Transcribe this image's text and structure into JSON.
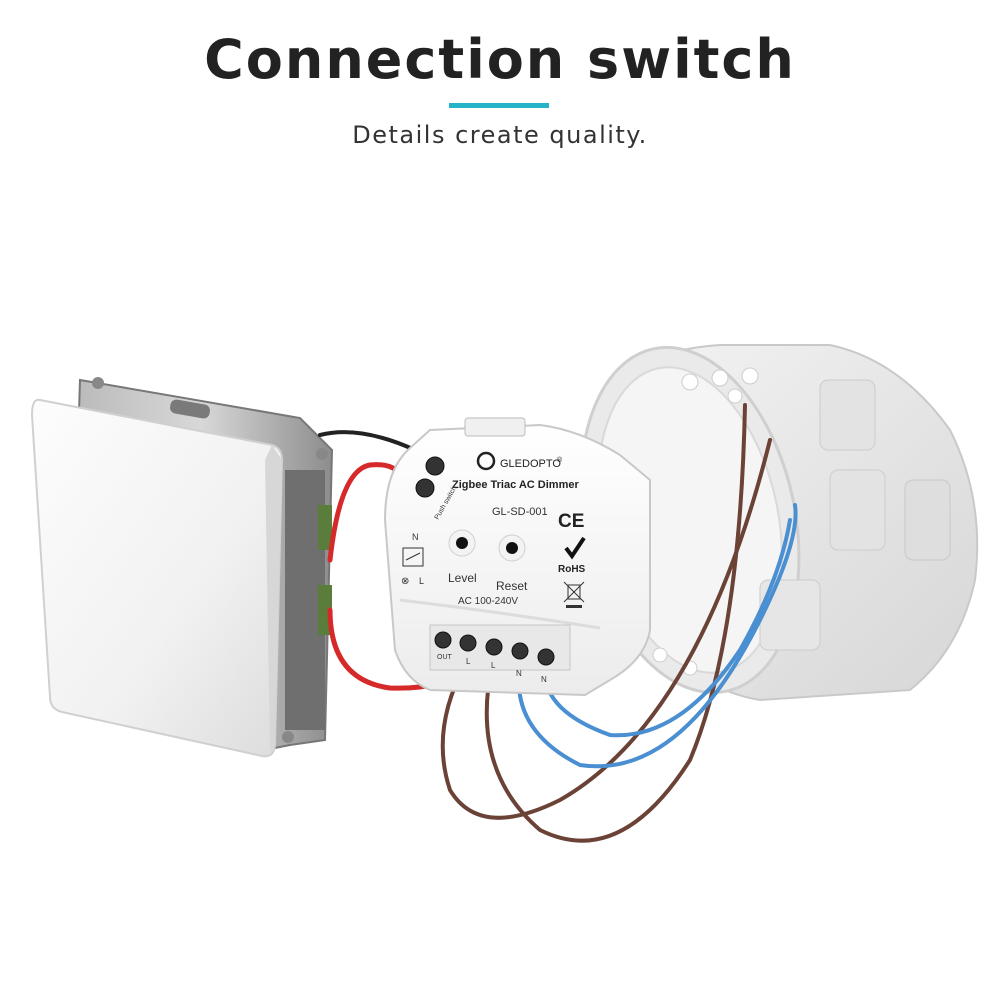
{
  "header": {
    "title": "Connection switch",
    "subtitle": "Details create quality."
  },
  "colors": {
    "accent": "#25b3c7",
    "wire_red": "#d62a2a",
    "wire_brown": "#6b4236",
    "wire_blue": "#4a8fd1",
    "wire_black": "#222222"
  },
  "device": {
    "brand": "GLEDOPTO",
    "brand_mark": "®",
    "product": "Zigbee Triac AC Dimmer",
    "model": "GL-SD-001",
    "level_label": "Level",
    "reset_label": "Reset",
    "voltage": "AC 100-240V",
    "ce_mark": "CE",
    "rohs_mark": "RoHS",
    "diagram_n": "N",
    "diagram_l": "L",
    "push_switch": "Push switch",
    "terminals": [
      "OUT",
      "L",
      "L",
      "N",
      "N"
    ]
  }
}
